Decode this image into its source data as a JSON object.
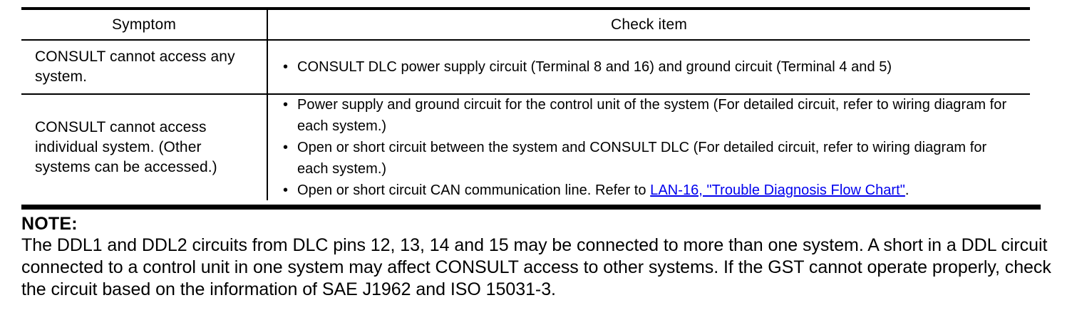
{
  "table": {
    "headers": {
      "symptom": "Symptom",
      "check_item": "Check item"
    },
    "rows": [
      {
        "symptom": "CONSULT cannot access any system.",
        "check_items": [
          {
            "text": "CONSULT DLC power supply circuit (Terminal 8 and 16) and ground circuit (Terminal 4 and 5)",
            "bullet": "bullet-dot"
          }
        ]
      },
      {
        "symptom": "CONSULT cannot access individual system. (Other systems can be accessed.)",
        "check_items": [
          {
            "text": "Power supply and ground circuit for the control unit of the system (For detailed circuit, refer to wiring diagram for each system.)",
            "bullet": "bullet-dot"
          },
          {
            "text": "Open or short circuit between the system and CONSULT DLC (For detailed circuit, refer to wiring diagram for each system.)",
            "bullet": "bullet-dot"
          },
          {
            "text_before": "Open or short circuit CAN communication line. Refer to ",
            "link_text": "LAN-16, \"Trouble Diagnosis Flow Chart\"",
            "text_after": ".",
            "bullet": "bullet-dot"
          }
        ]
      }
    ]
  },
  "note": {
    "label": "NOTE:",
    "body": "The DDL1 and DDL2 circuits from DLC pins 12, 13, 14 and 15 may be connected to more than one system. A short in a DDL circuit connected to a control unit in one system may affect CONSULT access to other systems. If the GST cannot operate properly, check the circuit based on the information of SAE J1962 and ISO 15031-3."
  },
  "colors": {
    "text": "#000000",
    "background": "#ffffff",
    "rule": "#000000"
  }
}
